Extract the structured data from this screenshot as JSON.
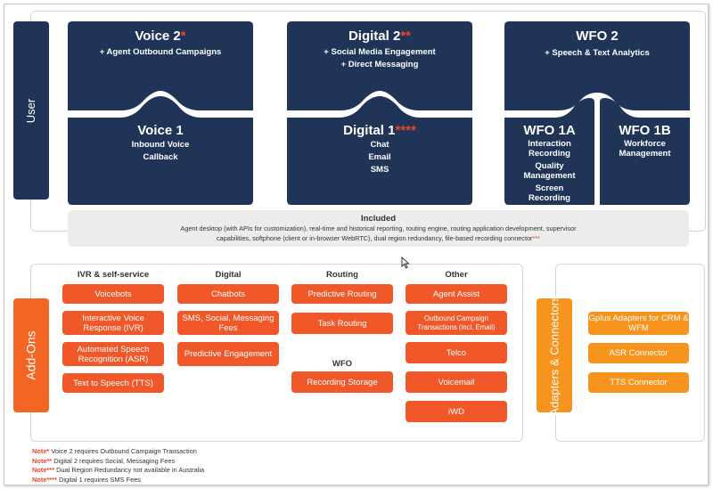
{
  "side_tabs": {
    "user": "User",
    "addons": "Add-Ons",
    "adapters": "Adapters & Connectors"
  },
  "top": {
    "voice2": {
      "title": "Voice 2",
      "stars": "*",
      "lines": [
        "+ Agent Outbound Campaigns"
      ]
    },
    "voice1": {
      "title": "Voice 1",
      "stars": "",
      "lines": [
        "Inbound Voice",
        "Callback"
      ]
    },
    "digital2": {
      "title": "Digital 2",
      "stars": "**",
      "lines": [
        "+ Social Media Engagement",
        "+ Direct Messaging"
      ]
    },
    "digital1": {
      "title": "Digital 1",
      "stars": "****",
      "lines": [
        "Chat",
        "Email",
        "SMS"
      ]
    },
    "wfo2": {
      "title": "WFO 2",
      "stars": "",
      "lines": [
        "+ Speech & Text Analytics"
      ]
    },
    "wfo1a": {
      "title": "WFO 1A",
      "lines": [
        "Interaction",
        "Recording",
        "Quality",
        "Management",
        "Screen",
        "Recording"
      ]
    },
    "wfo1b": {
      "title": "WFO 1B",
      "lines": [
        "Workforce",
        "Management"
      ]
    }
  },
  "included": {
    "title": "Included",
    "line1": "Agent desktop (with APIs for customization), real-time and historical reporting, routing engine, routing application development, supervisor",
    "line2": "capabilities, softphone (client or in-browser WebRTC), dual region redundancy, file-based recording connector",
    "stars": "***"
  },
  "addons": {
    "ivr": {
      "heading": "IVR & self-service",
      "items": [
        "Voicebots",
        "Interactive Voice Response (IVR)",
        "Automated Speech Recognition (ASR)",
        "Text to Speech (TTS)"
      ]
    },
    "digital": {
      "heading": "Digital",
      "items": [
        "Chatbots",
        "SMS, Social, Messaging Fees",
        "Predictive Engagement"
      ]
    },
    "routing": {
      "heading": "Routing",
      "items": [
        "Predictive Routing",
        "Task Routing"
      ]
    },
    "wfo": {
      "heading": "WFO",
      "items": [
        "Recording Storage"
      ]
    },
    "other": {
      "heading": "Other",
      "items": [
        "Agent Assist",
        "Outbound Campaign Transactions (incl. Email)",
        "Telco",
        "Voicemail",
        "iWD"
      ]
    }
  },
  "adapters": {
    "items": [
      "Gplus Adapters for CRM & WFM",
      "ASR Connector",
      "TTS Connector"
    ]
  },
  "notes": [
    {
      "key": "Note*",
      "text": " Voice 2 requires Outbound Campaign Transaction"
    },
    {
      "key": "Note**",
      "text": " Digital 2 requires Social, Messaging Fees"
    },
    {
      "key": "Note***",
      "text": "  Dual Region Redundancy not available in Australia"
    },
    {
      "key": "Note****",
      "text": "  Digital 1 requires SMS Fees"
    }
  ],
  "colors": {
    "navy": "#1f3457",
    "addon_red": "#f0582a",
    "adapter_amber": "#f7941d",
    "included_bg": "#ececec",
    "star_red": "#e8472a"
  }
}
